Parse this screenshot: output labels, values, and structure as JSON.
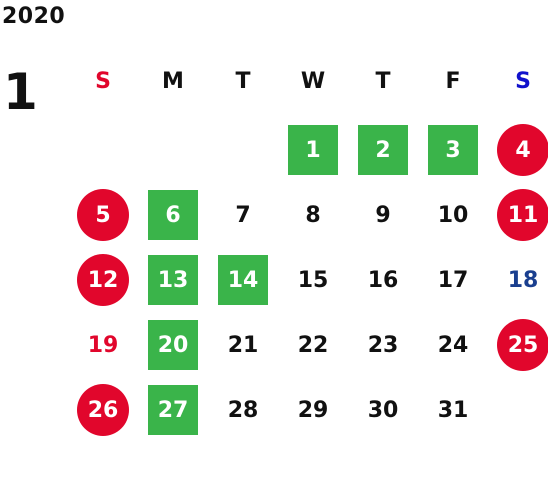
{
  "calendar": {
    "year": "2020",
    "month": "1",
    "weekdays": [
      "S",
      "M",
      "T",
      "W",
      "T",
      "F",
      "S"
    ],
    "weekday_colors": [
      "#e1062c",
      "#111111",
      "#111111",
      "#111111",
      "#111111",
      "#111111",
      "#1111cc"
    ],
    "colors": {
      "holiday_circle": "#e1062c",
      "highlight_square": "#3ab44a",
      "sunday_text": "#e1062c",
      "saturday_text": "#1a3f8f",
      "default_text": "#111111"
    },
    "weeks": [
      [
        {
          "day": "",
          "style": "none"
        },
        {
          "day": "",
          "style": "none"
        },
        {
          "day": "",
          "style": "none"
        },
        {
          "day": "1",
          "style": "green"
        },
        {
          "day": "2",
          "style": "green"
        },
        {
          "day": "3",
          "style": "green"
        },
        {
          "day": "4",
          "style": "red"
        }
      ],
      [
        {
          "day": "5",
          "style": "red"
        },
        {
          "day": "6",
          "style": "green"
        },
        {
          "day": "7",
          "style": "plain"
        },
        {
          "day": "8",
          "style": "plain"
        },
        {
          "day": "9",
          "style": "plain"
        },
        {
          "day": "10",
          "style": "plain"
        },
        {
          "day": "11",
          "style": "red"
        }
      ],
      [
        {
          "day": "12",
          "style": "red"
        },
        {
          "day": "13",
          "style": "green"
        },
        {
          "day": "14",
          "style": "green"
        },
        {
          "day": "15",
          "style": "plain"
        },
        {
          "day": "16",
          "style": "plain"
        },
        {
          "day": "17",
          "style": "plain"
        },
        {
          "day": "18",
          "style": "saturday"
        }
      ],
      [
        {
          "day": "19",
          "style": "sunday"
        },
        {
          "day": "20",
          "style": "green"
        },
        {
          "day": "21",
          "style": "plain"
        },
        {
          "day": "22",
          "style": "plain"
        },
        {
          "day": "23",
          "style": "plain"
        },
        {
          "day": "24",
          "style": "plain"
        },
        {
          "day": "25",
          "style": "red"
        }
      ],
      [
        {
          "day": "26",
          "style": "red"
        },
        {
          "day": "27",
          "style": "green"
        },
        {
          "day": "28",
          "style": "plain"
        },
        {
          "day": "29",
          "style": "plain"
        },
        {
          "day": "30",
          "style": "plain"
        },
        {
          "day": "31",
          "style": "plain"
        },
        {
          "day": "",
          "style": "none"
        }
      ]
    ]
  }
}
